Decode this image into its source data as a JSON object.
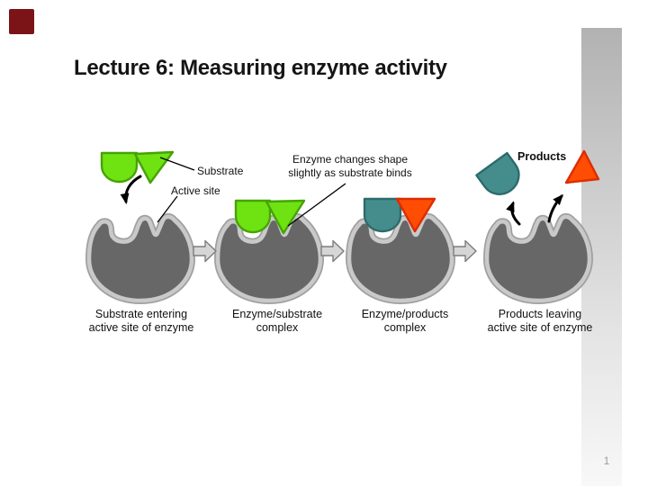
{
  "slide": {
    "title": "Lecture 6: Measuring enzyme activity",
    "page_number": "1"
  },
  "diagram": {
    "labels": {
      "substrate": "Substrate",
      "active_site": "Active site",
      "enzyme_changes": "Enzyme changes shape\nslightly as substrate binds",
      "products": "Products"
    },
    "captions": [
      "Substrate entering\nactive site of enzyme",
      "Enzyme/substrate\ncomplex",
      "Enzyme/products\ncomplex",
      "Products leaving\nactive site of enzyme"
    ],
    "colors": {
      "substrate_green": "#6fe312",
      "substrate_green_border": "#46a306",
      "product_teal": "#458d8d",
      "product_teal_border": "#2d6b6b",
      "product_orange": "#ff4d04",
      "product_orange_border": "#dd2d00",
      "enzyme_body": "#676767",
      "enzyme_ring": "#c9c9c9",
      "step_arrow_fill": "#d6d6d6",
      "step_arrow_border": "#7d7d7d",
      "accent_red": "#7b1416"
    }
  }
}
